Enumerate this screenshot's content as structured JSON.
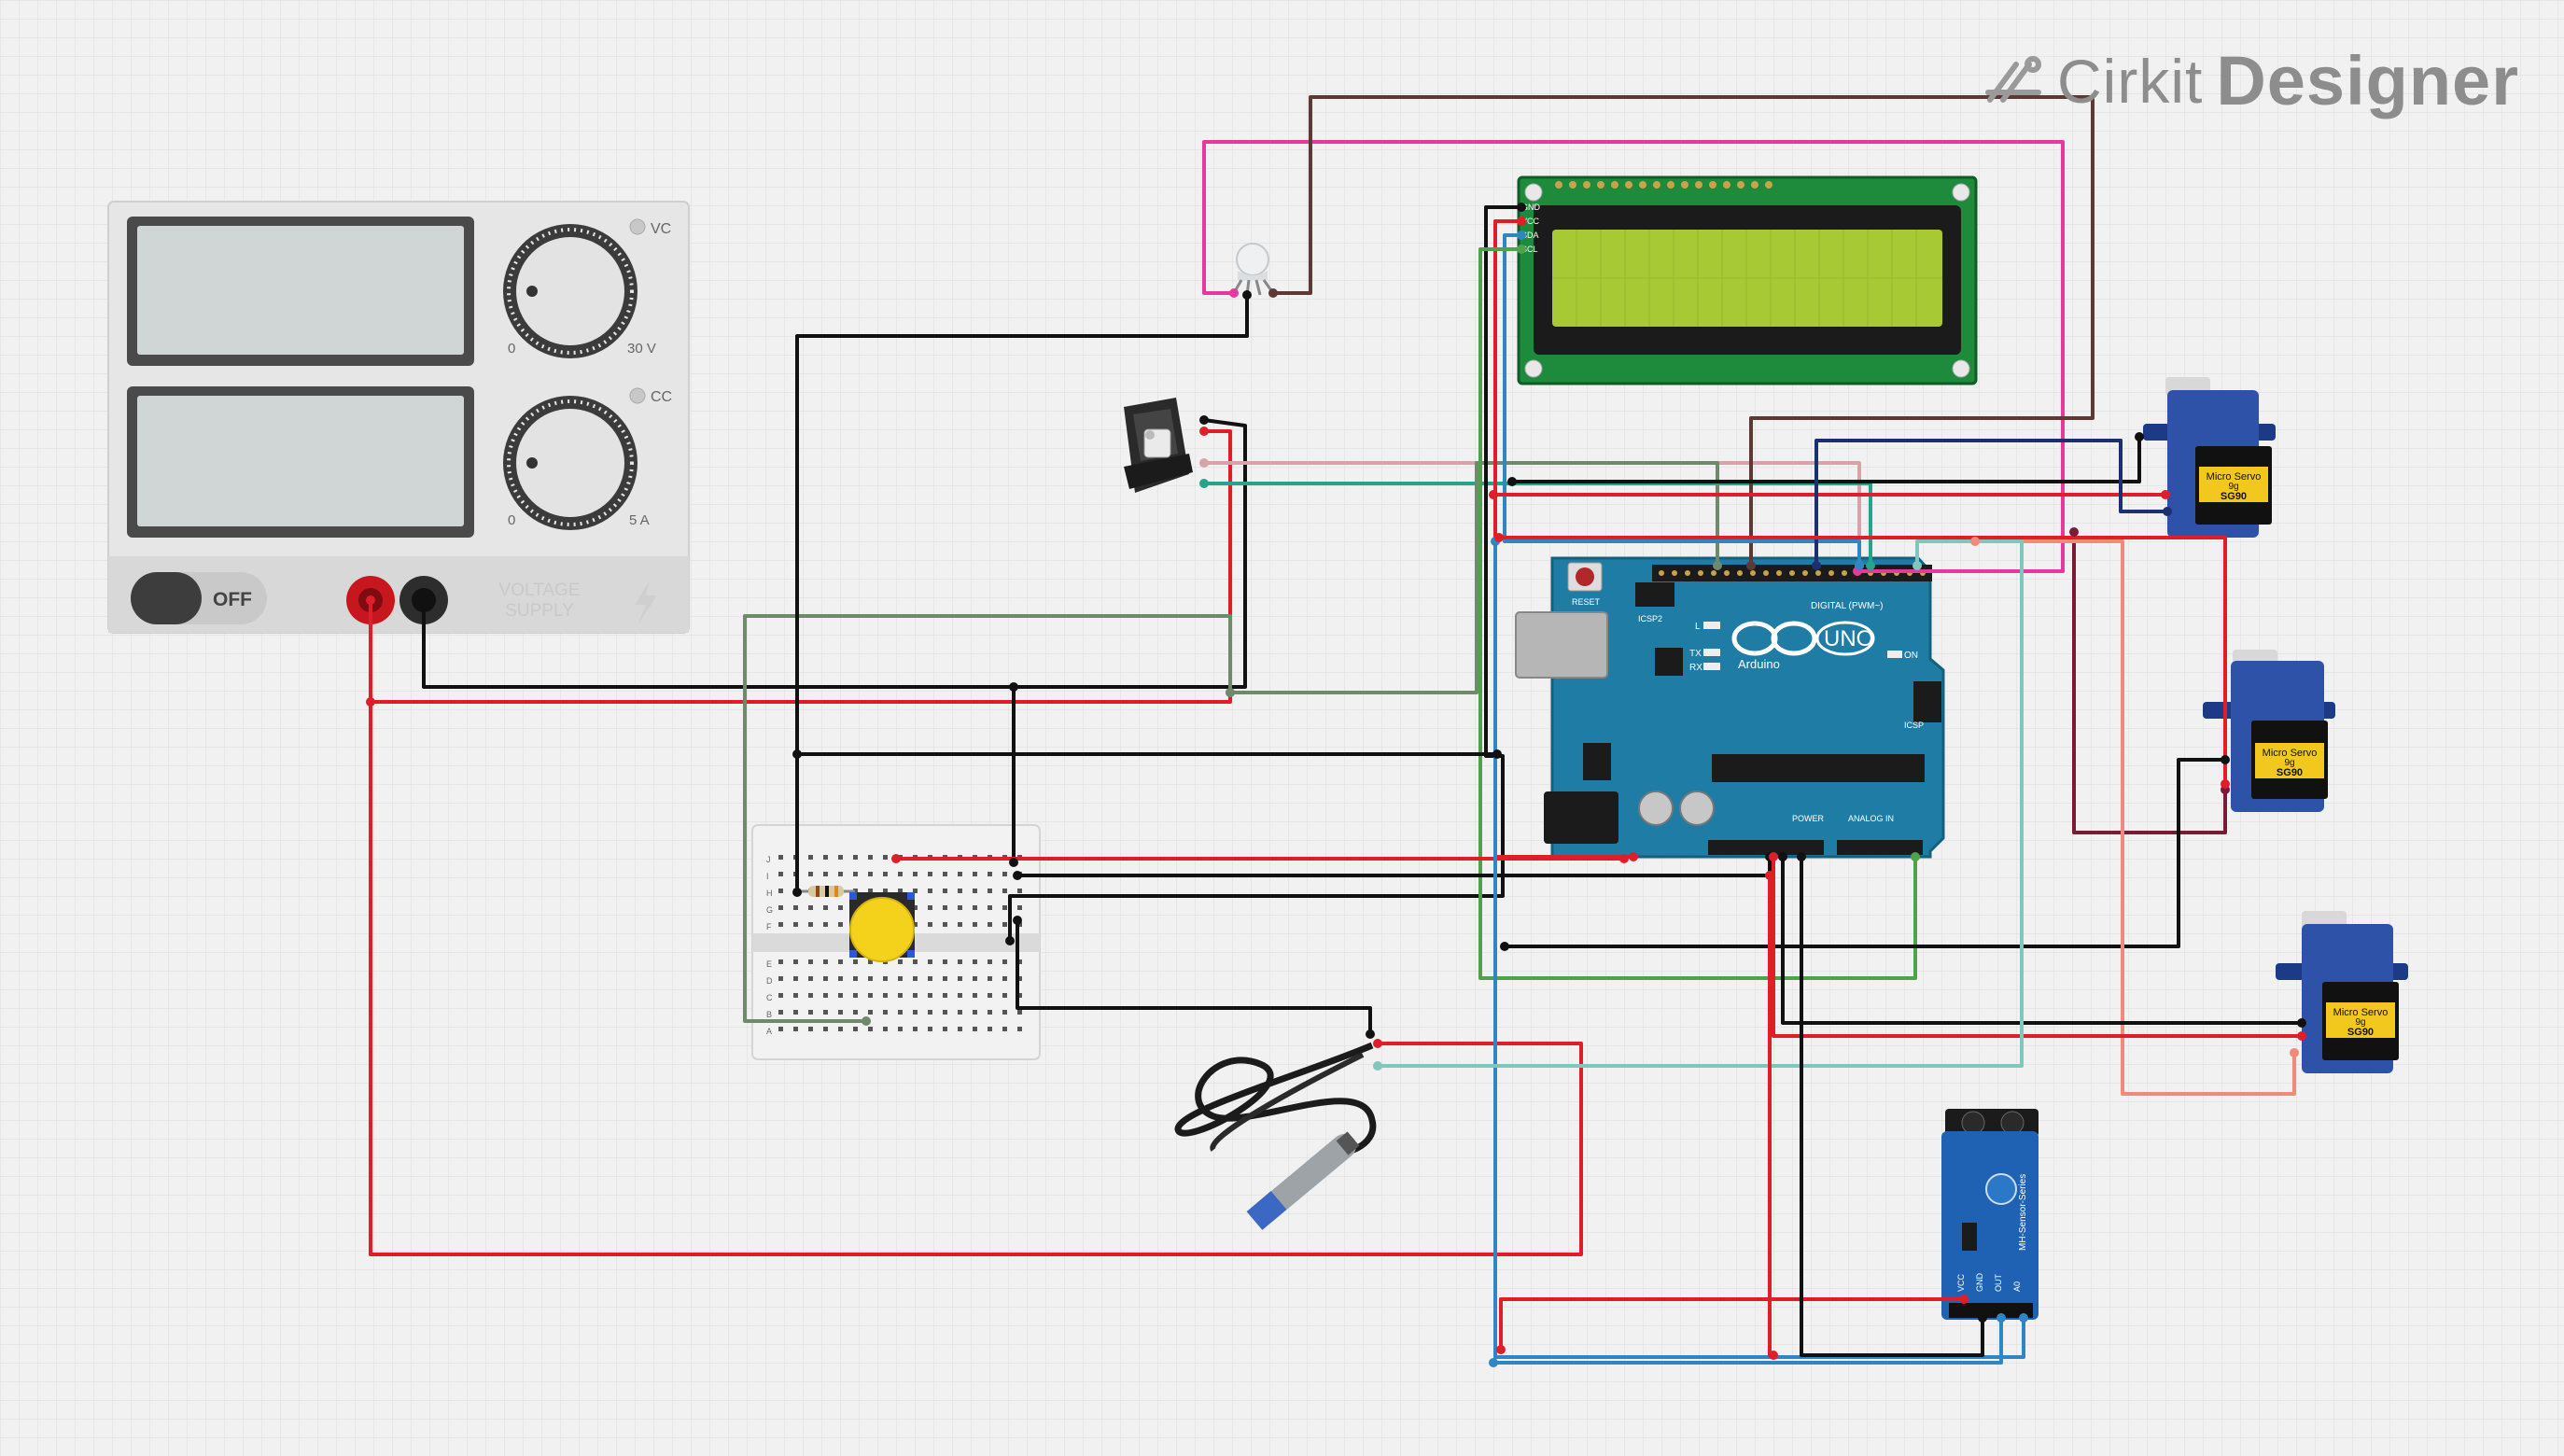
{
  "brand": {
    "word1": "Cirkit",
    "word2": "Designer"
  },
  "power_supply": {
    "label_vc": "VC",
    "label_cc": "CC",
    "v_min": "0",
    "v_max": "30 V",
    "a_min": "0",
    "a_max": "5 A",
    "switch_label": "OFF",
    "brand_line1": "VOLTAGE",
    "brand_line2": "SUPPLY"
  },
  "lcd": {
    "pins": [
      "GND",
      "VCC",
      "SDA",
      "SCL"
    ]
  },
  "arduino": {
    "logo": "UNO",
    "name": "Arduino",
    "reset": "RESET",
    "icsp": "ICSP",
    "icsp2": "ICSP2",
    "digital": "DIGITAL (PWM~)",
    "power": "POWER",
    "analog": "ANALOG IN",
    "l": "L",
    "tx": "TX",
    "rx": "RX",
    "on": "ON"
  },
  "servos": [
    {
      "line1": "Micro Servo",
      "line2": "9g",
      "model": "SG90"
    },
    {
      "line1": "Micro Servo",
      "line2": "9g",
      "model": "SG90"
    },
    {
      "line1": "Micro Servo",
      "line2": "9g",
      "model": "SG90"
    }
  ],
  "ir_sensor": {
    "series": "MH-Sensor-Series",
    "pins": [
      "VCC",
      "GND",
      "OUT",
      "A0"
    ]
  },
  "breadboard": {
    "rows_top": [
      "J",
      "I",
      "H",
      "G",
      "F"
    ],
    "rows_bottom": [
      "E",
      "D",
      "C",
      "B",
      "A"
    ]
  },
  "colors": {
    "black": "#111111",
    "red": "#e01e2a",
    "magenta": "#e6399b",
    "brown": "#5c3a33",
    "navy": "#1c2f6e",
    "green": "#4ea24c",
    "blue": "#2f86c2",
    "teal": "#7fc6bd",
    "maroon": "#7a1a35",
    "salmon": "#f08a7a",
    "sage": "#6e8a6a",
    "pink": "#d6a3a8",
    "tealgreen": "#22a58a"
  }
}
